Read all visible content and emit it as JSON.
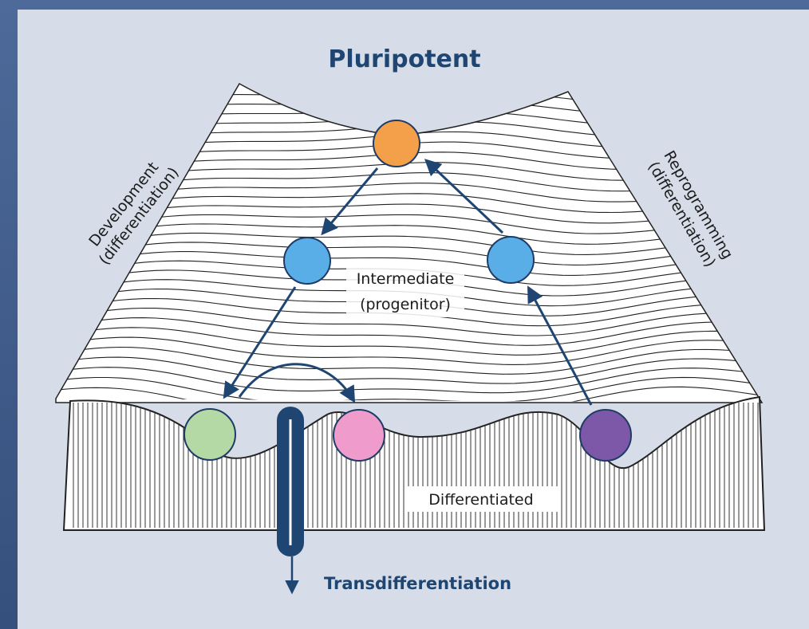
{
  "title": "Pluripotent",
  "left_label": {
    "line1": "Development",
    "line2": "(differentiation)"
  },
  "right_label": {
    "line1": "Reprogramming",
    "line2": "(differentiation)"
  },
  "intermediate_label": {
    "line1": "Intermediate",
    "line2": "(progenitor)"
  },
  "differentiated_label": "Differentiated",
  "transdifferentiation_label": "Transdifferentiation",
  "colors": {
    "pluripotent_cell": "#f4a04a",
    "progenitor_cell": "#5aaee8",
    "green_cell": "#b5d9a4",
    "pink_cell": "#ef9bcb",
    "purple_cell": "#7d57a8",
    "arrow": "#1f4673",
    "background": "#d6dde8"
  }
}
